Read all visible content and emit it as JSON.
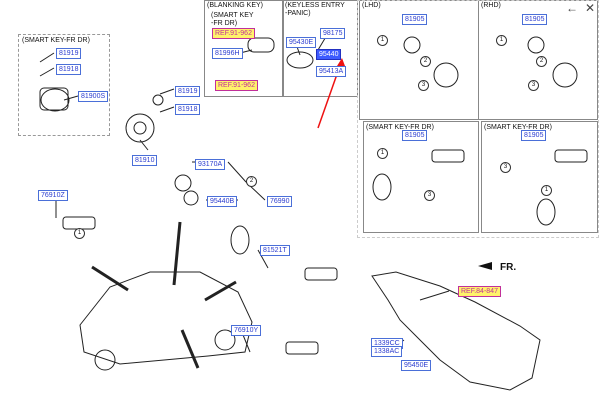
{
  "toolbar": {
    "back_icon": "←",
    "close_icon": "✕"
  },
  "groups": {
    "smart_key_left": "(SMART KEY-FR DR)",
    "blanking_key": "(BLANKING KEY)",
    "blanking_sub": "(SMART KEY\n-FR DR)",
    "keyless_entry": "(KEYLESS ENTRY\n-PANIC)",
    "lhd": "(LHD)",
    "rhd": "(RHD)",
    "smart_lhd": "(SMART KEY-FR DR)",
    "smart_rhd": "(SMART KEY-FR DR)"
  },
  "parts": {
    "p81919": "81919",
    "p81918a": "81918",
    "p81900s": "81900S",
    "p81996h": "81996H",
    "p95430e": "95430E",
    "p98175": "98175",
    "p95440": "95440",
    "p95413a": "95413A",
    "p81905_lhd": "81905",
    "p81905_rhd": "81905",
    "p81905_slhd": "81905",
    "p81905_srhd": "81905",
    "p81919b": "81919",
    "p81918b": "81918",
    "p81910": "81910",
    "p93170a": "93170A",
    "p95440b": "95440B",
    "p76990": "76990",
    "p76910z": "76910Z",
    "p81521t": "81521T",
    "p76910y": "76910Y",
    "p1339cc": "1339CC",
    "p1338ac": "1338AC",
    "p95450e": "95450E"
  },
  "refs": {
    "r1": "REF.91-962",
    "r2": "REF.91-962",
    "r3": "REF.84-847"
  },
  "callouts": [
    "1",
    "2",
    "3",
    "1",
    "2",
    "3",
    "1",
    "3",
    "1",
    "3",
    "1",
    "2"
  ],
  "front_label": "FR."
}
